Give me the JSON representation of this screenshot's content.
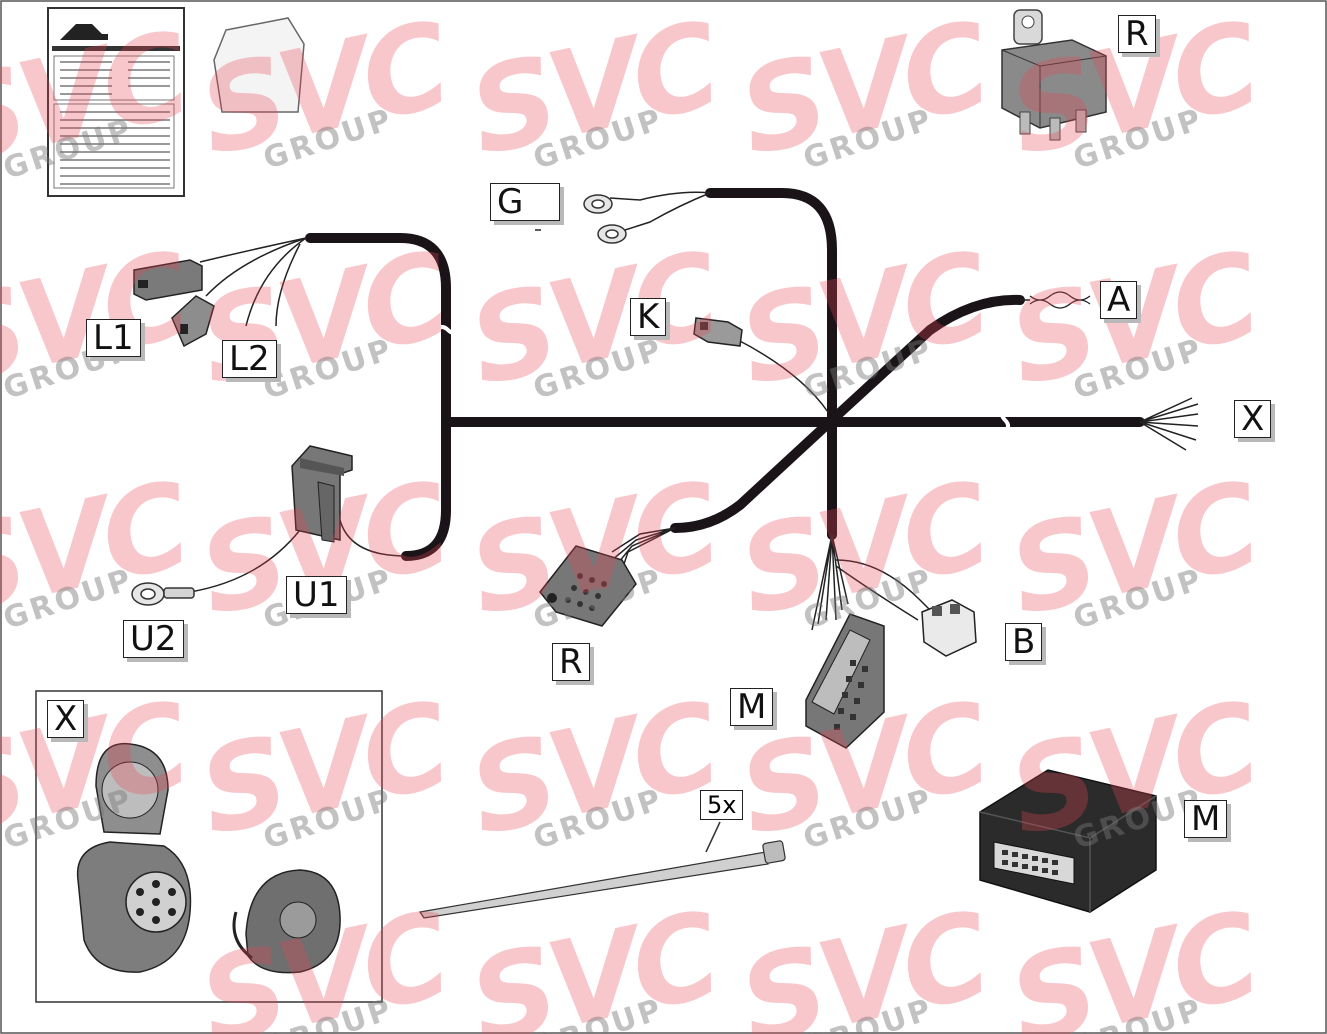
{
  "labels": {
    "relay_top": "R",
    "ground": "G",
    "K": "K",
    "A": "A",
    "X": "X",
    "L1": "L1",
    "L2": "L2",
    "U1": "U1",
    "U2": "U2",
    "R": "R",
    "B": "B",
    "M": "M",
    "socket_X": "X",
    "module_M": "M"
  },
  "cable_tie_count": "5x",
  "watermark": {
    "brand": "SVC",
    "sub": "GROUP"
  },
  "colors": {
    "wire": "#1a1418",
    "watermark": "#e84655",
    "part": "#6c6c6c"
  }
}
